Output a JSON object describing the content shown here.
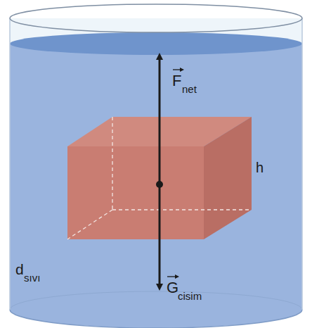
{
  "diagram": {
    "labels": [
      "F",
      "net",
      "h",
      "G",
      "cisim",
      "d",
      "sıvı"
    ]
  }
}
